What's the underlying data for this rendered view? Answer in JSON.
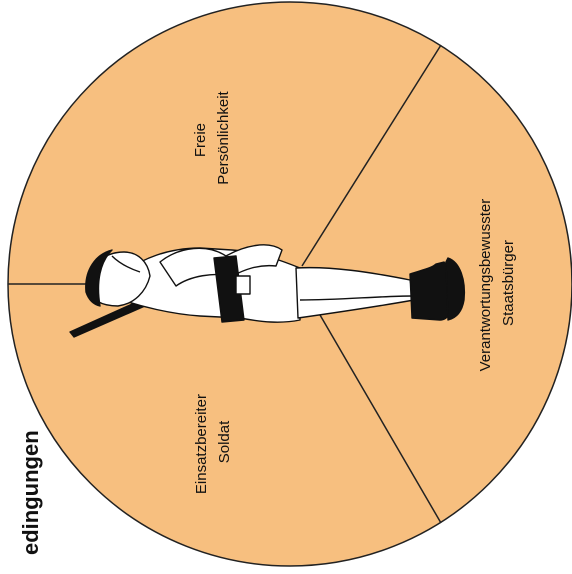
{
  "diagram": {
    "side_title": "edingungen",
    "wheel_color": "#f7bf7f",
    "line_color": "#222222",
    "figure_icon": "soldier-figure",
    "segments": [
      {
        "lines": [
          "Freie",
          "Persönlichkeit"
        ]
      },
      {
        "lines": [
          "Verantwortungsbewusster",
          "Staatsbürger"
        ]
      },
      {
        "lines": [
          "Einsatzbereiter",
          "Soldat"
        ]
      }
    ]
  }
}
